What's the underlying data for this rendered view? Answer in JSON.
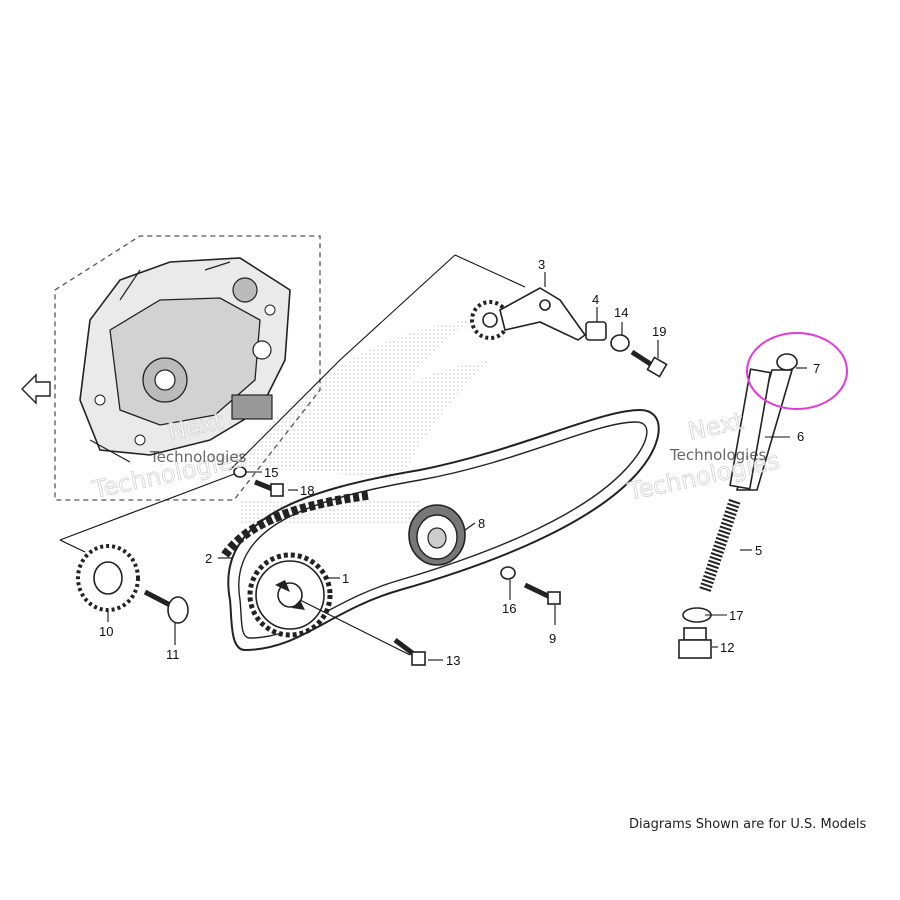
{
  "diagram": {
    "footer_note": "Diagrams Shown are for U.S. Models",
    "highlight_color": "#e23ad8",
    "watermark_text_lines": [
      "Next",
      "Technologies"
    ],
    "highlighted_part": "7",
    "callouts": {
      "p1": "1",
      "p2": "2",
      "p3": "3",
      "p4": "4",
      "p5": "5",
      "p6": "6",
      "p7": "7",
      "p8": "8",
      "p9": "9",
      "p10": "10",
      "p11": "11",
      "p12": "12",
      "p13": "13",
      "p14": "14",
      "p15": "15",
      "p16": "16",
      "p17": "17",
      "p18": "18",
      "p19": "19"
    }
  }
}
